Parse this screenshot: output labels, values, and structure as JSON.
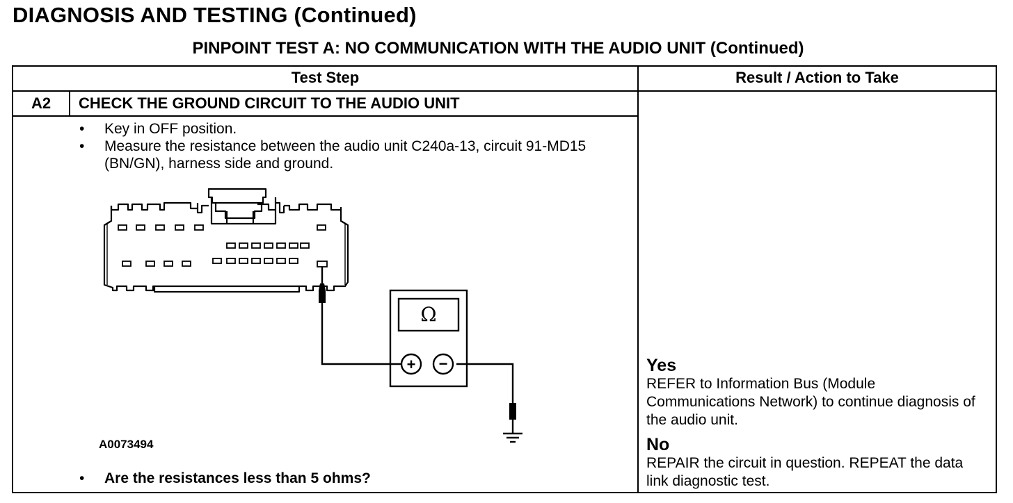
{
  "page_title": "DIAGNOSIS AND TESTING (Continued)",
  "test_title": "PINPOINT TEST  A: NO COMMUNICATION WITH THE AUDIO UNIT (Continued)",
  "table": {
    "header_test_step": "Test Step",
    "header_result": "Result / Action to Take"
  },
  "step": {
    "id": "A2",
    "title": "CHECK THE GROUND CIRCUIT TO THE AUDIO UNIT",
    "bullets": [
      "Key in OFF position.",
      "Measure the resistance between the audio unit C240a-13, circuit 91-MD15 (BN/GN), harness side and ground."
    ],
    "figure_id": "A0073494",
    "question": "Are the resistances less than 5 ohms?"
  },
  "meter": {
    "symbol": "Ω",
    "plus": "+",
    "minus": "−"
  },
  "results": {
    "yes_heading": "Yes",
    "yes_text": "REFER to Information Bus (Module Communications Network) to continue diagnosis of the audio unit.",
    "no_heading": "No",
    "no_text": "REPAIR the circuit in question. REPEAT the data link diagnostic test."
  }
}
